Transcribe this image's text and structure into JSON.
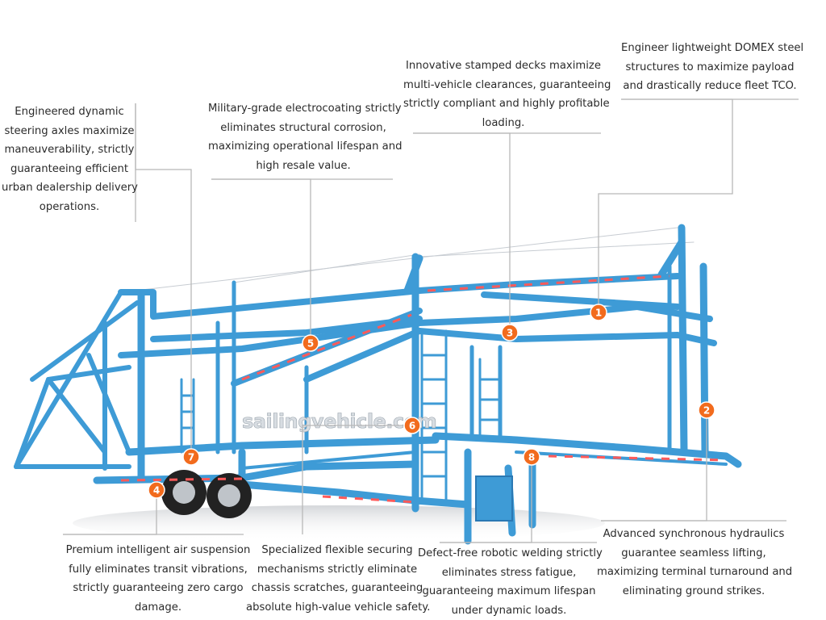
{
  "watermark": "sailingvehicle.com",
  "colors": {
    "frame": "#3e9bd6",
    "frame_dark": "#2a78b3",
    "badge": "#f26b1d",
    "leader": "#b8b8b8",
    "text": "#2b2b2b"
  },
  "callouts": [
    {
      "num": "1",
      "lines": [
        "Engineer lightweight DOMEX steel",
        "structures to maximize payload",
        "and drastically reduce fleet TCO."
      ]
    },
    {
      "num": "2",
      "lines": [
        "Advanced synchronous hydraulics",
        "guarantee seamless lifting,",
        "maximizing terminal turnaround and",
        "eliminating ground strikes."
      ]
    },
    {
      "num": "3",
      "lines": [
        "Innovative stamped decks maximize",
        "multi-vehicle clearances, guaranteeing",
        "strictly compliant and highly profitable",
        "loading."
      ]
    },
    {
      "num": "4",
      "lines": [
        "Premium intelligent air suspension",
        "fully eliminates transit vibrations,",
        "strictly guaranteeing zero cargo",
        "damage."
      ]
    },
    {
      "num": "5",
      "lines": [
        "Military-grade electrocoating strictly",
        "eliminates structural corrosion,",
        "maximizing operational lifespan and",
        "high resale value."
      ]
    },
    {
      "num": "6",
      "lines": [
        "Specialized flexible securing",
        "mechanisms strictly eliminate",
        "chassis scratches, guaranteeing",
        "absolute high-value vehicle safety."
      ]
    },
    {
      "num": "7",
      "lines": [
        "Engineered dynamic",
        "steering axles maximize",
        "maneuverability, strictly",
        "guaranteeing efficient",
        "urban dealership delivery",
        "operations."
      ]
    },
    {
      "num": "8",
      "lines": [
        "Defect-free robotic welding strictly",
        "eliminates stress fatigue,",
        "guaranteeing maximum lifespan",
        "under dynamic loads."
      ]
    }
  ]
}
